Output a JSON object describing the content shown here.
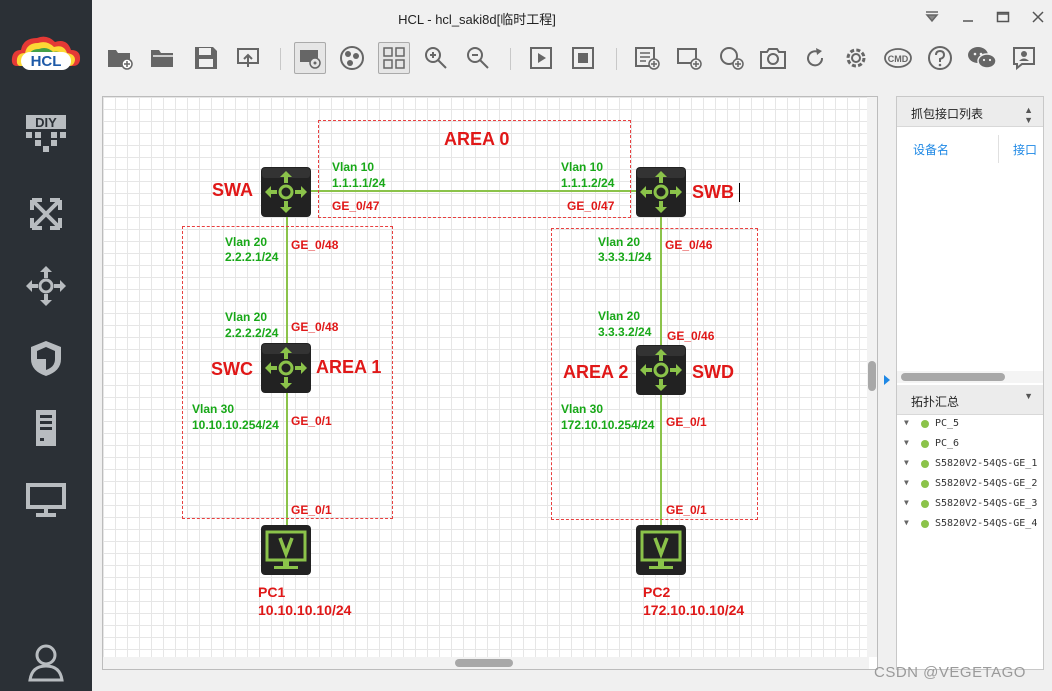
{
  "window": {
    "title": "HCL - hcl_saki8d[临时工程]"
  },
  "logo": {
    "text": "HCL"
  },
  "sidebar": {
    "items": [
      {
        "icon": "diy-icon",
        "label": "DIY"
      },
      {
        "icon": "network-icon"
      },
      {
        "icon": "router-icon"
      },
      {
        "icon": "firewall-icon"
      },
      {
        "icon": "server-icon"
      },
      {
        "icon": "terminal-icon"
      },
      {
        "icon": "user-icon"
      }
    ]
  },
  "toolbar": {
    "buttons": [
      "new-project-icon",
      "open-project-icon",
      "save-icon",
      "export-icon",
      "show-labels-icon",
      "topology-icon",
      "grid-icon",
      "zoom-in-icon",
      "zoom-out-icon",
      "start-all-icon",
      "stop-all-icon",
      "text-note-icon",
      "add-rect-icon",
      "add-ellipse-icon",
      "screenshot-icon",
      "refresh-icon",
      "settings-icon",
      "cmd-icon",
      "help-icon",
      "wechat-icon",
      "feedback-icon"
    ],
    "cmd_text": "CMD"
  },
  "topology": {
    "areas": [
      {
        "name": "AREA 0"
      },
      {
        "name": "AREA 1"
      },
      {
        "name": "AREA 2"
      }
    ],
    "devices": [
      {
        "id": "SWA",
        "type": "switch"
      },
      {
        "id": "SWB",
        "type": "switch"
      },
      {
        "id": "SWC",
        "type": "switch"
      },
      {
        "id": "SWD",
        "type": "switch"
      },
      {
        "id": "PC1",
        "type": "pc",
        "ip": "10.10.10.10/24"
      },
      {
        "id": "PC2",
        "type": "pc",
        "ip": "172.10.10.10/24"
      }
    ],
    "links": {
      "ab": {
        "a_vlan": "Vlan 10",
        "a_ip": "1.1.1.1/24",
        "a_port": "GE_0/47",
        "b_vlan": "Vlan 10",
        "b_ip": "1.1.1.2/24",
        "b_port": "GE_0/47"
      },
      "ac": {
        "a_vlan": "Vlan 20",
        "a_ip": "2.2.2.1/24",
        "a_port": "GE_0/48",
        "c_vlan": "Vlan 20",
        "c_ip": "2.2.2.2/24",
        "c_port": "GE_0/48"
      },
      "bd": {
        "b_vlan": "Vlan 20",
        "b_ip": "3.3.3.1/24",
        "b_port": "GE_0/46",
        "d_vlan": "Vlan 20",
        "d_ip": "3.3.3.2/24",
        "d_port": "GE_0/46"
      },
      "c_pc1": {
        "c_vlan": "Vlan 30",
        "c_ip": "10.10.10.254/24",
        "c_port": "GE_0/1",
        "pc_port": "GE_0/1"
      },
      "d_pc2": {
        "d_vlan": "Vlan 30",
        "d_ip": "172.10.10.254/24",
        "d_port": "GE_0/1",
        "pc_port": "GE_0/1"
      }
    },
    "link_color": "#8bc34a",
    "label_green": "#18a818",
    "label_red": "#e01818"
  },
  "right_panel": {
    "capture_header": "抓包接口列表",
    "col_device": "设备名",
    "col_interface": "接口",
    "topo_header": "拓扑汇总",
    "topo_items": [
      "PC_5",
      "PC_6",
      "S5820V2-54QS-GE_1",
      "S5820V2-54QS-GE_2",
      "S5820V2-54QS-GE_3",
      "S5820V2-54QS-GE_4"
    ]
  },
  "watermark": "CSDN @VEGETAGO"
}
